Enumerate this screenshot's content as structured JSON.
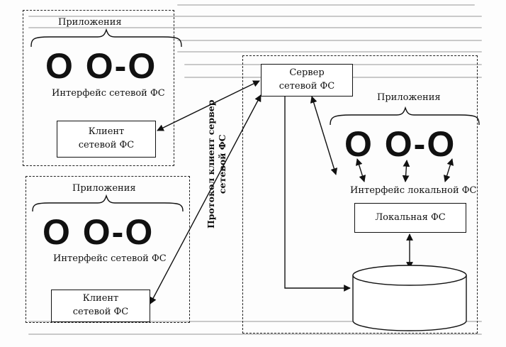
{
  "left_top_panel": {
    "apps_label": "Приложения",
    "apps_glyph": "O O-O",
    "fs_interface": "Интерфейс сетевой ФС",
    "client_line1": "Клиент",
    "client_line2": "сетевой ФС"
  },
  "left_bottom_panel": {
    "apps_label": "Приложения",
    "apps_glyph": "O O-O",
    "fs_interface": "Интерфейс сетевой ФС",
    "client_line1": "Клиент",
    "client_line2": "сетевой ФС"
  },
  "protocol_label": {
    "line1": "Протокол клиент сервер",
    "line2": "сетевой ФС"
  },
  "server_panel": {
    "server_line1": "Сервер",
    "server_line2": "сетевой ФС",
    "apps_label": "Приложения",
    "apps_glyph": "O O-O",
    "local_interface": "Интерфейс локальной ФС",
    "local_fs": "Локальная ФС"
  }
}
